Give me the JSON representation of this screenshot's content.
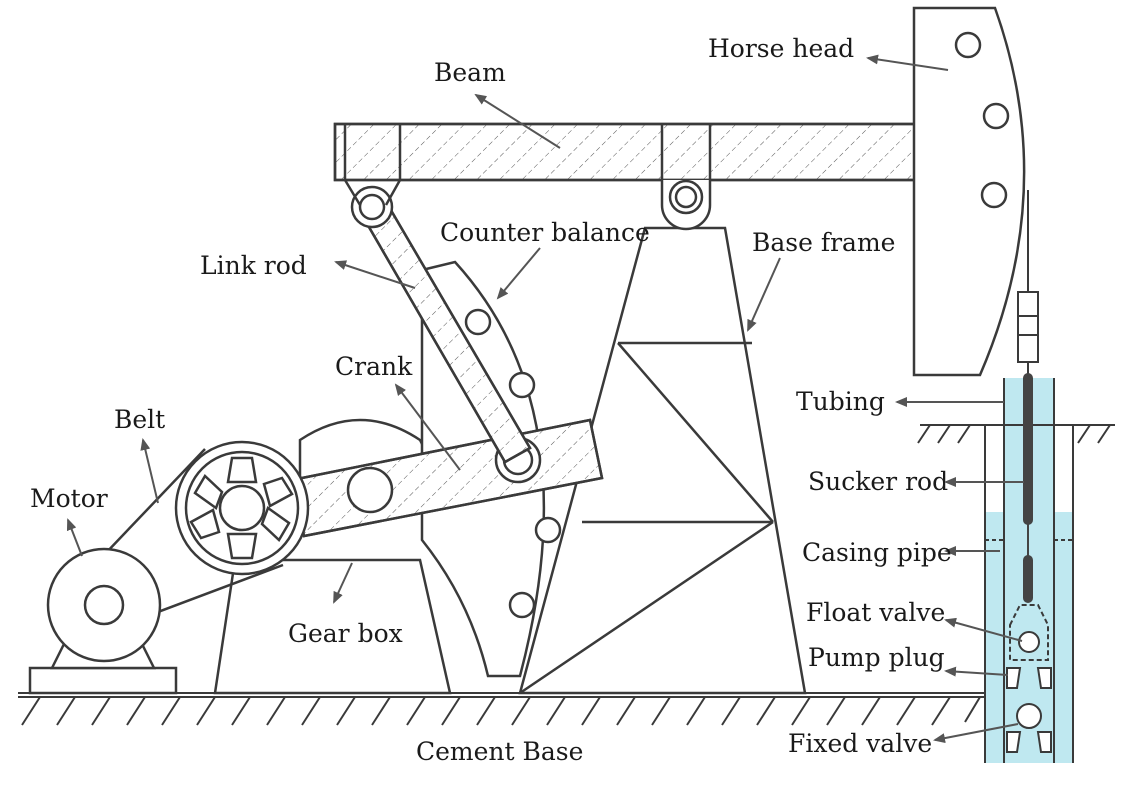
{
  "labels": {
    "horse_head": "Horse head",
    "beam": "Beam",
    "counter_balance": "Counter balance",
    "base_frame": "Base frame",
    "link_rod": "Link rod",
    "crank": "Crank",
    "belt": "Belt",
    "motor": "Motor",
    "gear_box": "Gear box",
    "tubing": "Tubing",
    "sucker_rod": "Sucker rod",
    "casing_pipe": "Casing pipe",
    "float_valve": "Float valve",
    "pump_plug": "Pump plug",
    "fixed_valve": "Fixed valve",
    "cement_base": "Cement Base"
  },
  "colors": {
    "line": "#3a3a3a",
    "arrow": "#555555",
    "fluid": "#bfe8f0",
    "rod": "#444444"
  }
}
